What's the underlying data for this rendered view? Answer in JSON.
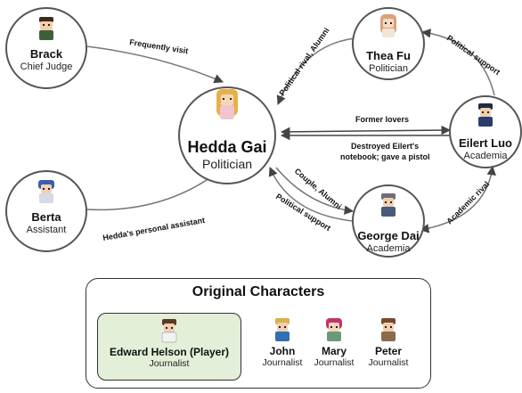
{
  "nodes": {
    "brack": {
      "name": "Brack",
      "role": "Chief Judge"
    },
    "berta": {
      "name": "Berta",
      "role": "Assistant"
    },
    "hedda": {
      "name": "Hedda Gai",
      "role": "Politician"
    },
    "thea": {
      "name": "Thea Fu",
      "role": "Politician"
    },
    "eilert": {
      "name": "Eilert Luo",
      "role": "Academia"
    },
    "george": {
      "name": "George Dai",
      "role": "Academia"
    }
  },
  "edges": {
    "brack_hedda": "Frequently visit",
    "berta_hedda": "Hedda's personal assistant",
    "thea_hedda": "Political rival, Alumni",
    "eilert_thea": "Political support",
    "hedda_eilert_former": "Former lovers",
    "eilert_hedda_line1": "Destroyed Eilert's",
    "eilert_hedda_line2": "notebook; gave a pistol",
    "hedda_george": "Couple, Alumni",
    "george_hedda": "Political support",
    "george_eilert": "Academic rival"
  },
  "original": {
    "title": "Original Characters",
    "player": {
      "name": "Edward Helson (Player)",
      "role": "Journalist"
    },
    "others": [
      {
        "name": "John",
        "role": "Journalist"
      },
      {
        "name": "Mary",
        "role": "Journalist"
      },
      {
        "name": "Peter",
        "role": "Journalist"
      }
    ]
  },
  "colors": {
    "node_border": "#555555",
    "arrow": "#444444",
    "player_box_fill": "#e3efd9"
  }
}
